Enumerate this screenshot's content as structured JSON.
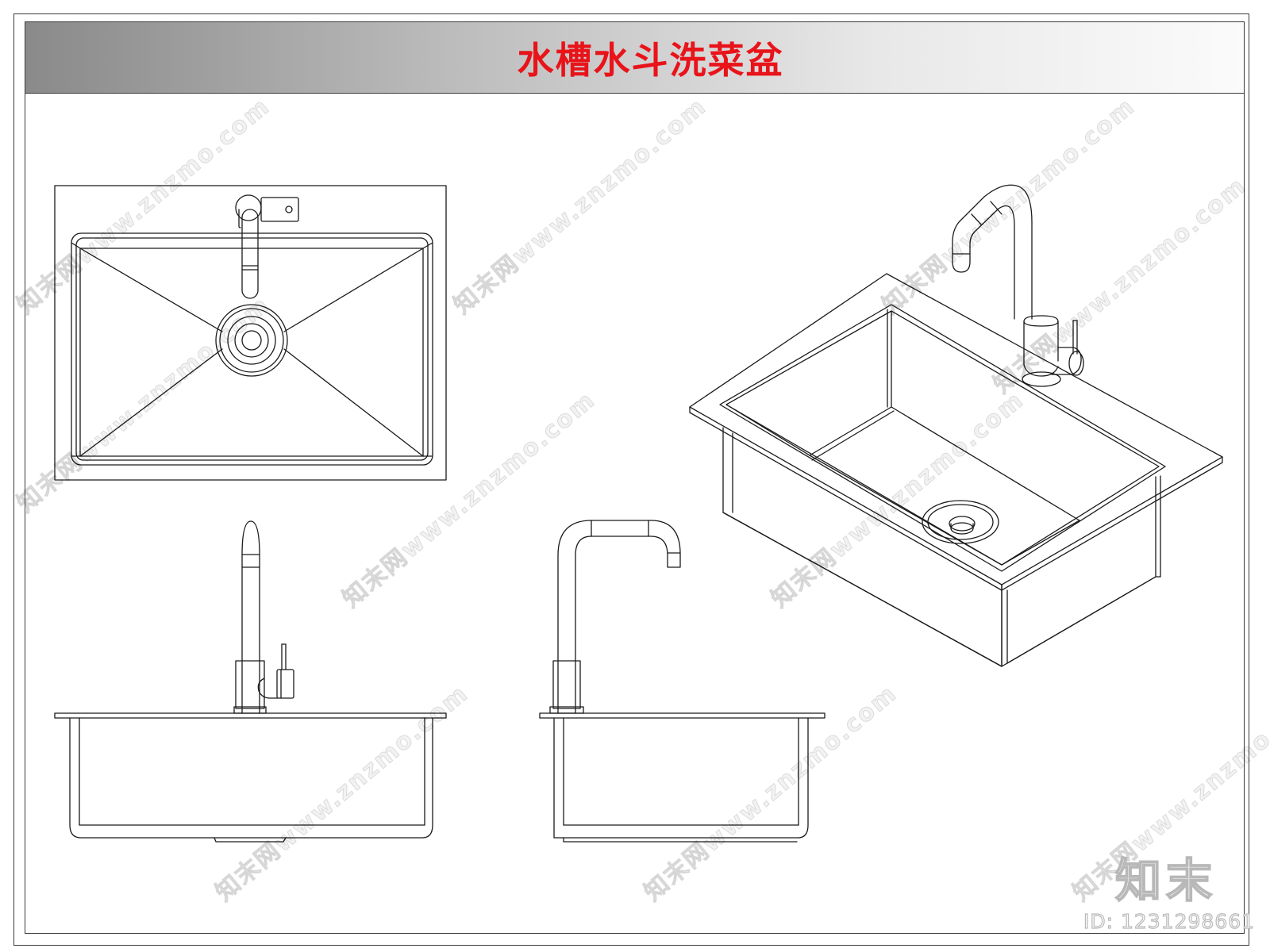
{
  "title": "水槽水斗洗菜盆",
  "watermark": {
    "text": "知末网www.znzmo.com"
  },
  "brand_logo": "知末",
  "id_label": "ID: 1231298661",
  "colors": {
    "title": "#e8141a",
    "line": "#1a1a1a",
    "frame": "#3a3a3a"
  },
  "views": [
    {
      "name": "top-view"
    },
    {
      "name": "front-elevation"
    },
    {
      "name": "side-elevation"
    },
    {
      "name": "isometric-view"
    }
  ]
}
